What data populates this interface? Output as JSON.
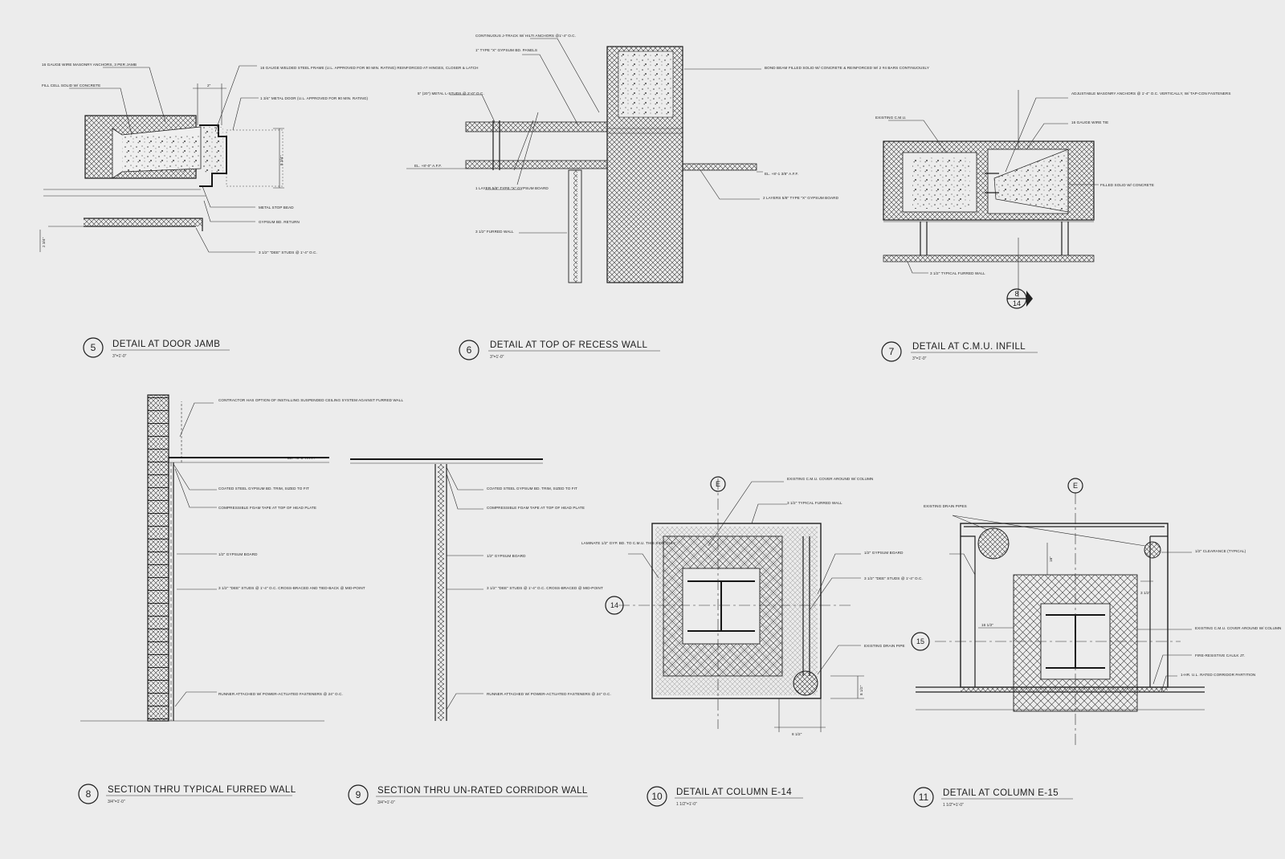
{
  "details": {
    "d5": {
      "number": "5",
      "title": "DETAIL AT DOOR JAMB",
      "scale": "3\"=1'-0\"",
      "notes": [
        "16 GAUGE WIRE MASONRY ANCHORS, 3 PER JAMB",
        "FILL CELL SOLID W/ CONCRETE",
        "16 GAUGE WELDED STEEL FRAME (U.L. APPROVED FOR 90 MIN. RATING) REINFORCED AT HINGES, CLOSER & LATCH",
        "1 3/4\" METAL DOOR (U.L. APPROVED FOR 90 MIN. RATING)",
        "METAL STOP BEAD",
        "GYPSUM BD. RETURN",
        "3 1/2\" \"DEE\" STUDS @ 1'-4\" O.C."
      ],
      "dims": [
        "2\"",
        "8 3/4\"",
        "2 3/4\""
      ]
    },
    "d6": {
      "number": "6",
      "title": "DETAIL AT TOP OF RECESS WALL",
      "scale": "3\"=1'-0\"",
      "notes": [
        "CONTINUOUS J-TRACK W/ HILTI ANCHORS @1'-4\" O.C.",
        "1\" TYPE \"X\" GYPSUM BD. PANELS",
        "5\" (20\") METAL L-STUDS @ 2'-0\" O.C.",
        "1 LAYER 5/8\" TYPE \"X\" GYPSUM BOARD",
        "3 1/2\" FURRED WALL",
        "BOND BEAM FILLED SOLID W/ CONCRETE & REINFORCED W/ 2 #4 BARS CONTINUOUSLY",
        "2 LAYERS 5/8\" TYPE \"X\" GYPSUM BOARD"
      ],
      "elevations": [
        "EL. +8'-0\" A.F.F.",
        "EL. +8'-1 3/8\" A.F.F."
      ]
    },
    "d7": {
      "number": "7",
      "title": "DETAIL AT C.M.U. INFILL",
      "scale": "3\"=1'-0\"",
      "notes": [
        "EXISTING C.M.U.",
        "ADJUSTABLE MASONRY ANCHORS @ 1'-4\" O.C. VERTICALLY, W/ TAP-CON FASTENERS",
        "16 GAUGE WIRE TIE",
        "FILLED SOLID W/ CONCRETE",
        "3 1/2\" TYPICAL FURRED WALL"
      ],
      "ref_top": "8",
      "ref_bottom": "14"
    },
    "d8": {
      "number": "8",
      "title": "SECTION THRU TYPICAL FURRED WALL",
      "scale": "3/4\"=1'-0\"",
      "notes": [
        "CONTRACTOR HAS OPTION OF INSTALLING SUSPENDED CEILING SYSTEM AGAINST FURRED WALL",
        "COATED STEEL GYPSUM BD. TRIM, SIZED TO FIT",
        "COMPRESSIBLE FOAM TAPE AT TOP OF HEAD PLATE",
        "1/2\" GYPSUM BOARD",
        "3 1/2\" \"DEE\" STUDS @ 1'-4\" O.C. CROSS-BRACED AND TIED-BACK @ MID-POINT",
        "RUNNER ATTACHED W/ POWER-ACTUATED FASTENERS @ 24\" O.C."
      ],
      "elevation": "EL. +8'-0\" A.F.F."
    },
    "d9": {
      "number": "9",
      "title": "SECTION THRU UN-RATED CORRIDOR WALL",
      "scale": "3/4\"=1'-0\"",
      "notes": [
        "COATED STEEL GYPSUM BD. TRIM, SIZED TO FIT",
        "COMPRESSIBLE FOAM TAPE AT TOP OF HEAD PLATE",
        "1/2\" GYPSUM BOARD",
        "3 1/2\" \"DEE\" STUDS @ 1'-4\" O.C. CROSS-BRACED @ MID-POINT",
        "RUNNER ATTACHED W/ POWER-ACTUATED FASTENERS @ 24\" O.C."
      ]
    },
    "d10": {
      "number": "10",
      "title": "DETAIL AT COLUMN E-14",
      "scale": "1 1/2\"=1'-0\"",
      "notes": [
        "EXISTING C.M.U. COVER AROUND W/ COLUMN",
        "3 1/2\" TYPICAL FURRED WALL",
        "LAMINATE 1/2\" GYP. BD. TO C.M.U. THIS SIDE ONLY",
        "1/2\" GYPSUM BOARD",
        "3 1/2\" \"DEE\" STUDS @ 1'-4\" O.C.",
        "EXISTING DRAIN PIPE"
      ],
      "grid_col": "E",
      "grid_row": "14",
      "dims": [
        "8 1/2\"",
        "8 1/2\""
      ]
    },
    "d11": {
      "number": "11",
      "title": "DETAIL AT COLUMN E-15",
      "scale": "1 1/2\"=1'-0\"",
      "notes": [
        "EXISTING DRAIN PIPES",
        "1/2\" CLEARANCE (TYPICAL)",
        "EXISTING C.M.U. COVER AROUND W/ COLUMN",
        "FIRE-RESISTIVE CAULK JT.",
        "1-HR. U.L. RATED CORRIDOR PARTITION"
      ],
      "grid_col": "E",
      "grid_row": "15",
      "dims": [
        "16\"",
        "16 1/2\"",
        "3 1/2\""
      ]
    }
  }
}
